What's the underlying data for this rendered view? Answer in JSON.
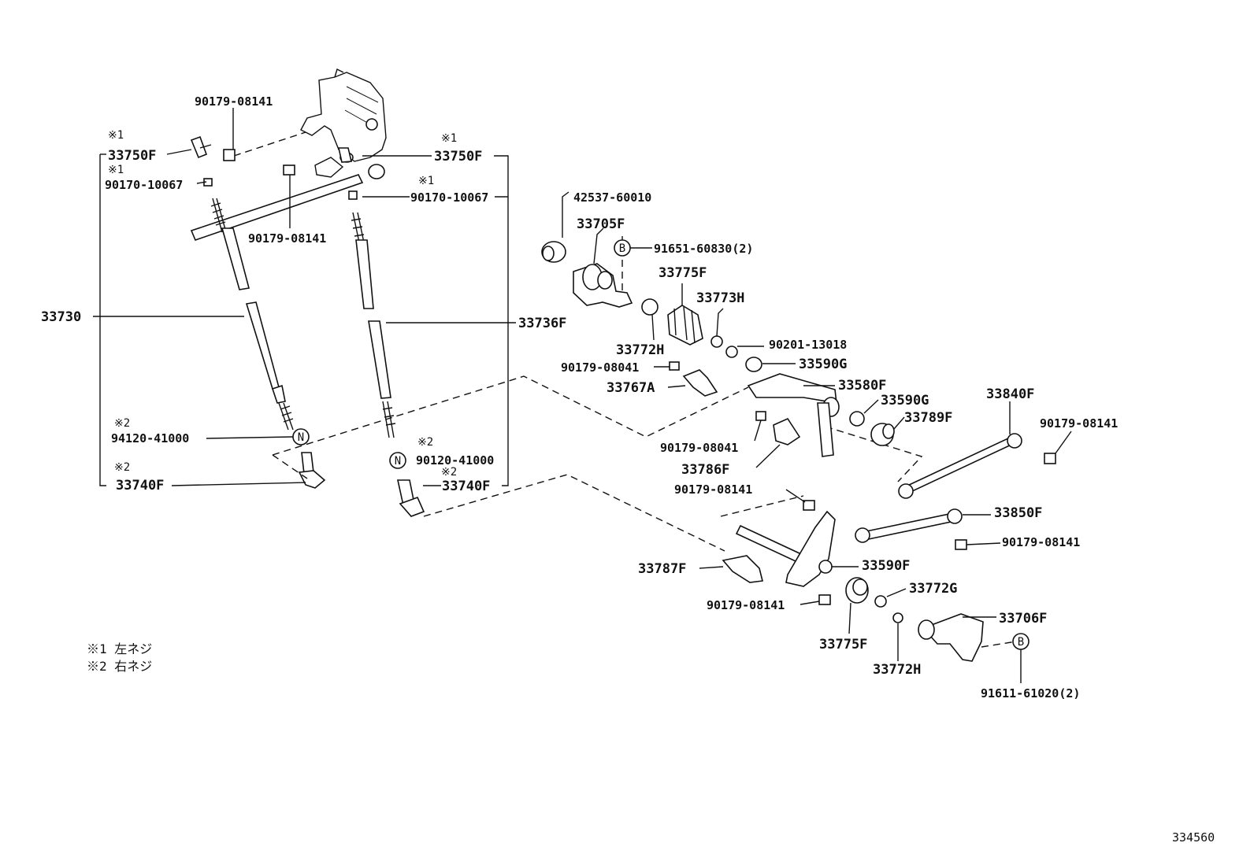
{
  "labels": {
    "l33750F_left": "33750F",
    "l33750F_right": "33750F",
    "l90179_08141_a": "90179-08141",
    "l90179_08141_b": "90179-08141",
    "l90179_08141_c": "90179-08141",
    "l90179_08141_d": "90179-08141",
    "l90179_08141_e": "90179-08141",
    "l90179_08141_f": "90179-08141",
    "l90170_10067_left": "90170-10067",
    "l90170_10067_right": "90170-10067",
    "l33730": "33730",
    "l33736F": "33736F",
    "l94120_41000": "94120-41000",
    "l90120_41000": "90120-41000",
    "l33740F_left": "33740F",
    "l33740F_right": "33740F",
    "l42537_60010": "42537-60010",
    "l33705F": "33705F",
    "l91651_60830": "91651-60830(2)",
    "l33775F_top": "33775F",
    "l33773H": "33773H",
    "l33772H_top": "33772H",
    "l90201_13018": "90201-13018",
    "l90179_08041_a": "90179-08041",
    "l33590G_a": "33590G",
    "l33767A": "33767A",
    "l33580F": "33580F",
    "l33590G_b": "33590G",
    "l33789F": "33789F",
    "l90179_08041_b": "90179-08041",
    "l33786F": "33786F",
    "l33840F": "33840F",
    "l33850F": "33850F",
    "l33787F": "33787F",
    "l33590F": "33590F",
    "l33772G": "33772G",
    "l33706F": "33706F",
    "l33775F_bottom": "33775F",
    "l33772H_bottom": "33772H",
    "l91611_61020": "91611-61020(2)"
  },
  "marks": {
    "m1": "※1",
    "m2": "※2"
  },
  "circle_marks": {
    "N": "N",
    "B": "B"
  },
  "notes": [
    "※1 左ネジ",
    "※2 右ネジ"
  ],
  "figure_number": "334560"
}
